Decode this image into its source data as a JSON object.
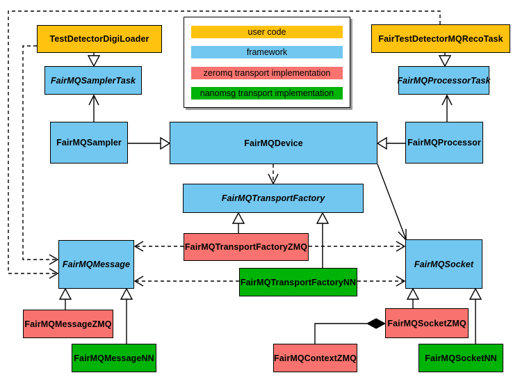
{
  "colors": {
    "user_code": "#ffc20e",
    "framework": "#72c7f0",
    "zeromq": "#f8736f",
    "nanomsg": "#00b307",
    "background": "#ffffff",
    "line": "#000000"
  },
  "legend": {
    "items": [
      {
        "label": "user code",
        "role": "user_code"
      },
      {
        "label": "framework",
        "role": "framework"
      },
      {
        "label": "zeromq transport implementation",
        "role": "zeromq"
      },
      {
        "label": "nanomsg transport implementation",
        "role": "nanomsg"
      }
    ]
  },
  "nodes": {
    "testDetectorDigiLoader": {
      "label": "TestDetectorDigiLoader",
      "role": "user_code",
      "abstract": false
    },
    "fairTestDetectorMQRecoTask": {
      "label": "FairTestDetectorMQRecoTask",
      "role": "user_code",
      "abstract": false
    },
    "fairMQSamplerTask": {
      "label": "FairMQSamplerTask",
      "role": "framework",
      "abstract": true
    },
    "fairMQProcessorTask": {
      "label": "FairMQProcessorTask",
      "role": "framework",
      "abstract": true
    },
    "fairMQSampler": {
      "label": "FairMQSampler",
      "role": "framework",
      "abstract": false
    },
    "fairMQDevice": {
      "label": "FairMQDevice",
      "role": "framework",
      "abstract": false
    },
    "fairMQProcessor": {
      "label": "FairMQProcessor",
      "role": "framework",
      "abstract": false
    },
    "fairMQTransportFactory": {
      "label": "FairMQTransportFactory",
      "role": "framework",
      "abstract": true
    },
    "fairMQTransportFactoryZMQ": {
      "label": "FairMQTransportFactoryZMQ",
      "role": "zeromq",
      "abstract": false
    },
    "fairMQTransportFactoryNN": {
      "label": "FairMQTransportFactoryNN",
      "role": "nanomsg",
      "abstract": false
    },
    "fairMQMessage": {
      "label": "FairMQMessage",
      "role": "framework",
      "abstract": true
    },
    "fairMQSocket": {
      "label": "FairMQSocket",
      "role": "framework",
      "abstract": true
    },
    "fairMQMessageZMQ": {
      "label": "FairMQMessageZMQ",
      "role": "zeromq",
      "abstract": false
    },
    "fairMQMessageNN": {
      "label": "FairMQMessageNN",
      "role": "nanomsg",
      "abstract": false
    },
    "fairMQContextZMQ": {
      "label": "FairMQContextZMQ",
      "role": "zeromq",
      "abstract": false
    },
    "fairMQSocketZMQ": {
      "label": "FairMQSocketZMQ",
      "role": "zeromq",
      "abstract": false
    },
    "fairMQSocketNN": {
      "label": "FairMQSocketNN",
      "role": "nanomsg",
      "abstract": false
    }
  },
  "edges": [
    {
      "from": "TestDetectorDigiLoader",
      "to": "FairMQSamplerTask",
      "type": "inheritance"
    },
    {
      "from": "FairTestDetectorMQRecoTask",
      "to": "FairMQProcessorTask",
      "type": "inheritance"
    },
    {
      "from": "FairMQSampler",
      "to": "FairMQDevice",
      "type": "inheritance"
    },
    {
      "from": "FairMQProcessor",
      "to": "FairMQDevice",
      "type": "inheritance"
    },
    {
      "from": "FairMQSampler",
      "to": "FairMQSamplerTask",
      "type": "association"
    },
    {
      "from": "FairMQProcessor",
      "to": "FairMQProcessorTask",
      "type": "association"
    },
    {
      "from": "FairMQDevice",
      "to": "FairMQTransportFactory",
      "type": "dependency"
    },
    {
      "from": "FairMQDevice",
      "to": "FairMQSocket",
      "type": "association"
    },
    {
      "from": "FairMQTransportFactoryZMQ",
      "to": "FairMQTransportFactory",
      "type": "inheritance"
    },
    {
      "from": "FairMQTransportFactoryNN",
      "to": "FairMQTransportFactory",
      "type": "inheritance"
    },
    {
      "from": "FairMQTransportFactoryZMQ",
      "to": "FairMQMessage",
      "type": "dependency"
    },
    {
      "from": "FairMQTransportFactoryZMQ",
      "to": "FairMQSocket",
      "type": "dependency"
    },
    {
      "from": "FairMQTransportFactoryNN",
      "to": "FairMQMessage",
      "type": "dependency"
    },
    {
      "from": "FairMQTransportFactoryNN",
      "to": "FairMQSocket",
      "type": "dependency"
    },
    {
      "from": "TestDetectorDigiLoader",
      "to": "FairMQMessage",
      "type": "dependency"
    },
    {
      "from": "FairTestDetectorMQRecoTask",
      "to": "FairMQMessage",
      "type": "dependency"
    },
    {
      "from": "FairMQMessageZMQ",
      "to": "FairMQMessage",
      "type": "inheritance"
    },
    {
      "from": "FairMQMessageNN",
      "to": "FairMQMessage",
      "type": "inheritance"
    },
    {
      "from": "FairMQSocketZMQ",
      "to": "FairMQSocket",
      "type": "inheritance"
    },
    {
      "from": "FairMQSocketNN",
      "to": "FairMQSocket",
      "type": "inheritance"
    },
    {
      "from": "FairMQSocketZMQ",
      "to": "FairMQContextZMQ",
      "type": "composition"
    }
  ]
}
